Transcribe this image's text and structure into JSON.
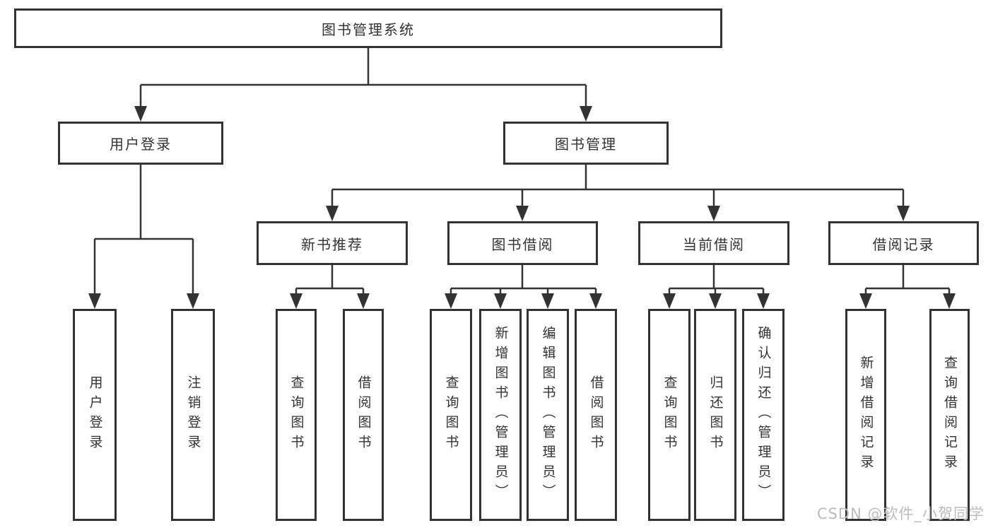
{
  "tree": {
    "root": {
      "label": "图书管理系统"
    },
    "children": [
      {
        "label": "用户登录",
        "children": [
          {
            "label": "用户登录"
          },
          {
            "label": "注销登录"
          }
        ]
      },
      {
        "label": "图书管理",
        "children": [
          {
            "label": "新书推荐",
            "children": [
              {
                "label": "查询图书"
              },
              {
                "label": "借阅图书"
              }
            ]
          },
          {
            "label": "图书借阅",
            "children": [
              {
                "label": "查询图书"
              },
              {
                "label": "新增图书（管理员）"
              },
              {
                "label": "编辑图书（管理员）"
              },
              {
                "label": "借阅图书"
              }
            ]
          },
          {
            "label": "当前借阅",
            "children": [
              {
                "label": "查询图书"
              },
              {
                "label": "归还图书"
              },
              {
                "label": "确认归还（管理员）"
              }
            ]
          },
          {
            "label": "借阅记录",
            "children": [
              {
                "label": "新增借阅记录"
              },
              {
                "label": "查询借阅记录"
              }
            ]
          }
        ]
      }
    ]
  },
  "watermark": {
    "text": "CSDN @软件_小贺同学"
  },
  "colors": {
    "line": "#333333",
    "box_border": "#333333",
    "text": "#333333",
    "watermark": "#bcbcbc",
    "background": "#ffffff"
  }
}
